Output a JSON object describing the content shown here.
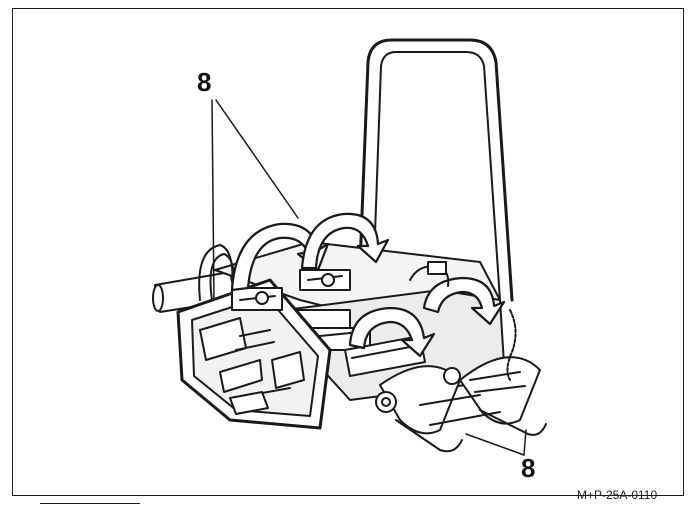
{
  "figure": {
    "callouts": [
      {
        "id": "top",
        "label": "8"
      },
      {
        "id": "bottom",
        "label": "8"
      }
    ],
    "reference_code": "M+P-25A-0110"
  }
}
